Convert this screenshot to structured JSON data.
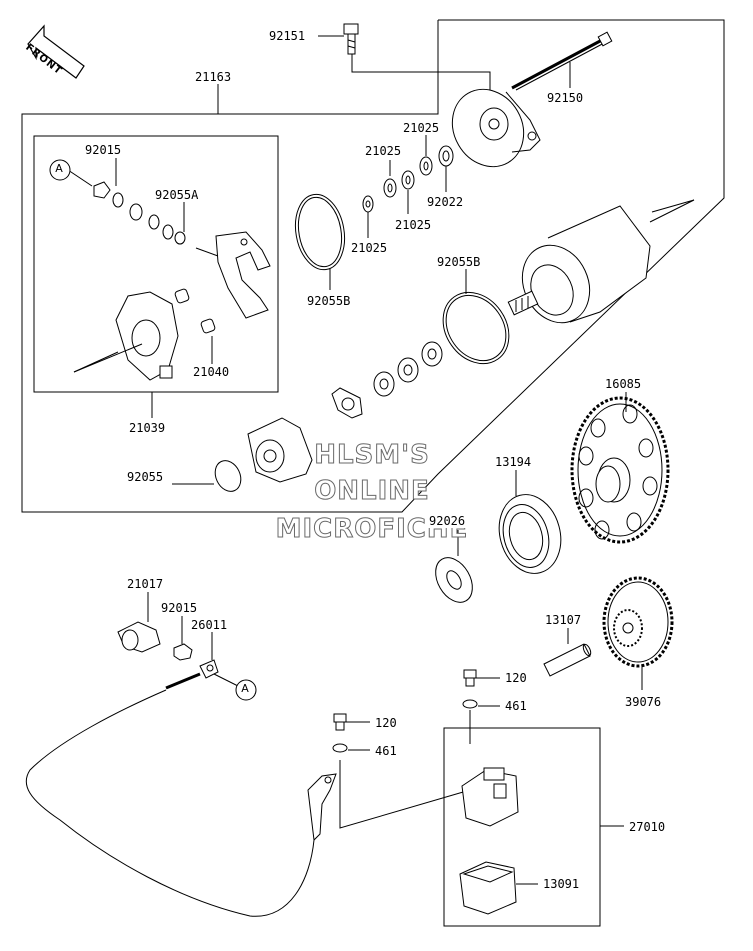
{
  "orientation": {
    "label": "FRONT"
  },
  "reference_marker": {
    "label": "A"
  },
  "watermark": {
    "line1": "HLSM'S",
    "line2": "ONLINE",
    "line3": "MICROFICHE"
  },
  "parts": {
    "p92151": "92151",
    "p92150": "92150",
    "p21163": "21163",
    "p92015_top": "92015",
    "p92055A": "92055A",
    "p21025_a": "21025",
    "p21025_b": "21025",
    "p21025_c": "21025",
    "p21025_d": "21025",
    "p92022": "92022",
    "p92055B_left": "92055B",
    "p92055B_right": "92055B",
    "p21040": "21040",
    "p21039": "21039",
    "p16085": "16085",
    "p92055": "92055",
    "p13194": "13194",
    "p92026": "92026",
    "p21017": "21017",
    "p92015_bottom": "92015",
    "p26011": "26011",
    "p13107": "13107",
    "p120_upper": "120",
    "p461_upper": "461",
    "p39076": "39076",
    "p120_lower": "120",
    "p461_lower": "461",
    "p27010": "27010",
    "p13091": "13091"
  }
}
